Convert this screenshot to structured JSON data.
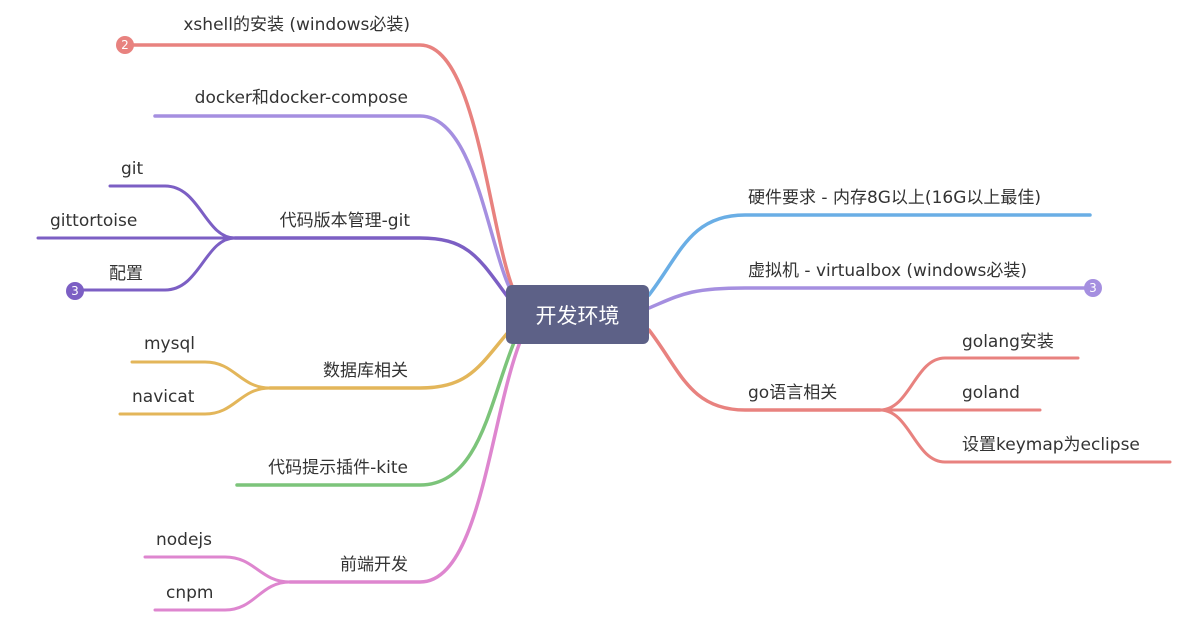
{
  "root": {
    "label": "开发环境"
  },
  "colors": {
    "root_bg": "#5d6187",
    "xshell": "#e8827f",
    "docker": "#a58fe0",
    "git": "#7c5fc4",
    "db": "#e3b65a",
    "kite": "#7cc47a",
    "frontend": "#de86cf",
    "hardware": "#6aaee5",
    "vm": "#a58fe0",
    "golang": "#e8827f"
  },
  "left_branches": {
    "xshell": {
      "label": "xshell的安装 (windows必装)",
      "badge": "2"
    },
    "docker": {
      "label": "docker和docker-compose"
    },
    "git": {
      "label": "代码版本管理-git",
      "children": [
        {
          "label": "git"
        },
        {
          "label": "gittortoise"
        },
        {
          "label": "配置",
          "badge": "3"
        }
      ]
    },
    "db": {
      "label": "数据库相关",
      "children": [
        {
          "label": "mysql"
        },
        {
          "label": "navicat"
        }
      ]
    },
    "kite": {
      "label": "代码提示插件-kite"
    },
    "frontend": {
      "label": "前端开发",
      "children": [
        {
          "label": "nodejs"
        },
        {
          "label": "cnpm"
        }
      ]
    }
  },
  "right_branches": {
    "hardware": {
      "label": "硬件要求 - 内存8G以上(16G以上最佳)"
    },
    "vm": {
      "label": "虚拟机 - virtualbox (windows必装)",
      "badge": "3"
    },
    "golang": {
      "label": "go语言相关",
      "children": [
        {
          "label": "golang安装"
        },
        {
          "label": "goland"
        },
        {
          "label": "设置keymap为eclipse"
        }
      ]
    }
  }
}
